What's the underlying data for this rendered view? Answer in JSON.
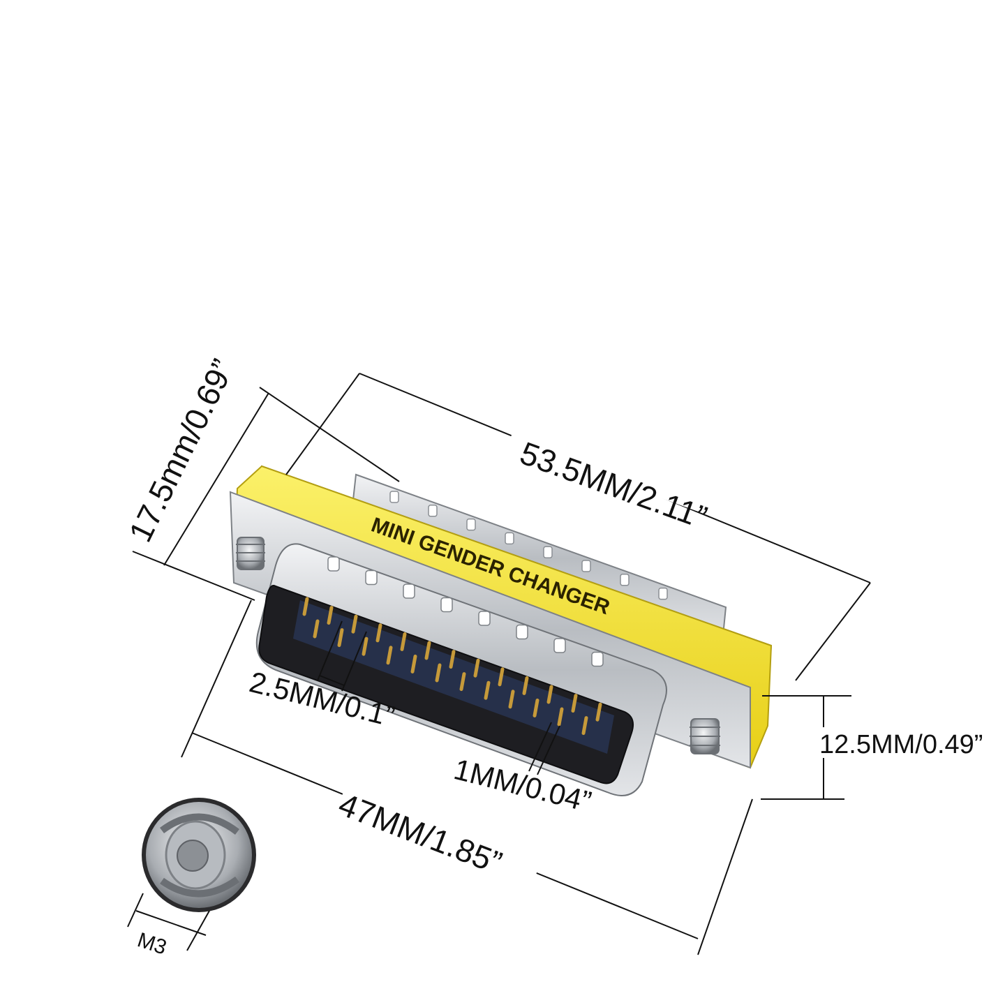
{
  "product": {
    "band_label": "MINI GENDER CHANGER",
    "band_color": "#f2e22a",
    "metal_color": "#c9ccd0",
    "pin_color": "#c69a3a",
    "insulator_color": "#2d3f6b"
  },
  "dimensions": {
    "width": "53.5MM/2.11”",
    "depth": "17.5mm/0.69”",
    "shell_length": "47MM/1.85”",
    "height": "12.5MM/0.49”",
    "pin_pitch": "2.5MM/0.1”",
    "pin_diameter": "1MM/0.04”",
    "screw": "M3"
  }
}
